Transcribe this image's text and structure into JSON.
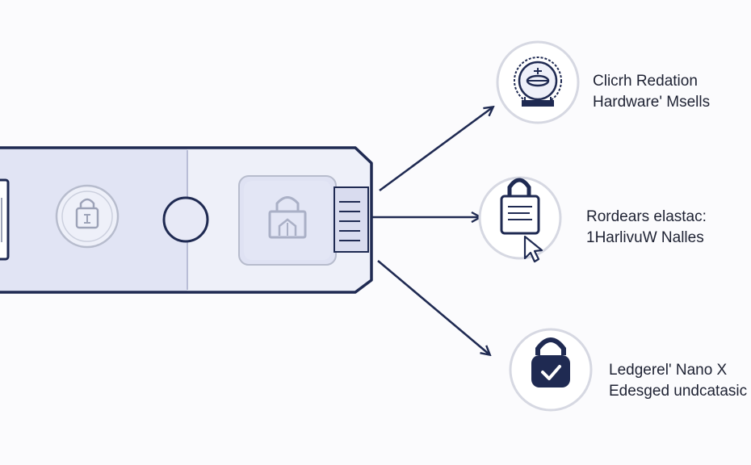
{
  "colors": {
    "navy": "#1f2a52",
    "panel_left": "#e1e4f4",
    "panel_right": "#eef0f9",
    "connector": "#d9dcef",
    "outline": "#1f2a52",
    "icon_gray": "#9da3b8",
    "ring_gray": "#d6d8e2",
    "text": "#1e2233"
  },
  "icons": {
    "device_seal": "lock-seal-icon",
    "device_button": "round-button",
    "device_screen": "lock-screen-icon",
    "badge_1": "gear-seal-icon",
    "badge_2": "padlock-document-cursor-icon",
    "badge_3": "padlock-check-icon"
  },
  "branches": [
    {
      "line1": "Clicrh Redation",
      "line2": "Hardware' Msells"
    },
    {
      "line1": "Rordears elastac:",
      "line2": "1HarlivuW Nalles"
    },
    {
      "line1": "Ledgerel' Nano X",
      "line2": "Edesged undcatasic"
    }
  ]
}
